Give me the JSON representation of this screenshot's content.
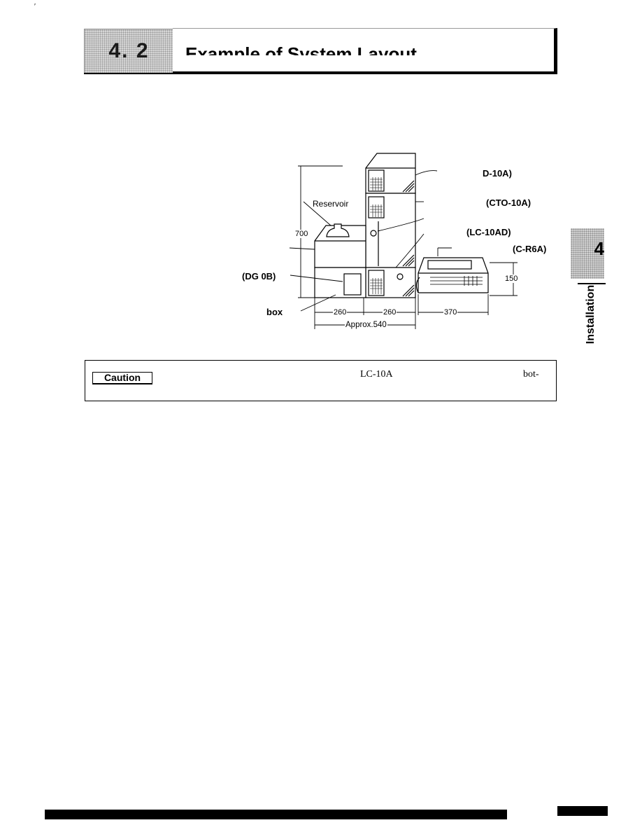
{
  "page": {
    "corner_mark": "′",
    "section_number": "4. 2",
    "section_title": "Example of System Layout"
  },
  "diagram": {
    "labels": {
      "detector": "D-10A)",
      "reservoir": "Reservoir",
      "oven": "(CTO-10A)",
      "pump": "(LC-10AD)",
      "recorder": "(C-R6A)",
      "degasser": "(DG      0B)",
      "box": "box"
    },
    "dimensions": {
      "height": "700",
      "recorder_height": "150",
      "width_left": "260",
      "width_right": "260",
      "recorder_width": "370",
      "total": "Approx.540"
    }
  },
  "caution": {
    "label": "Caution",
    "text_1": "LC-10A",
    "text_2": "bot-"
  },
  "side_tab": {
    "number": "4",
    "text": "Installation"
  }
}
